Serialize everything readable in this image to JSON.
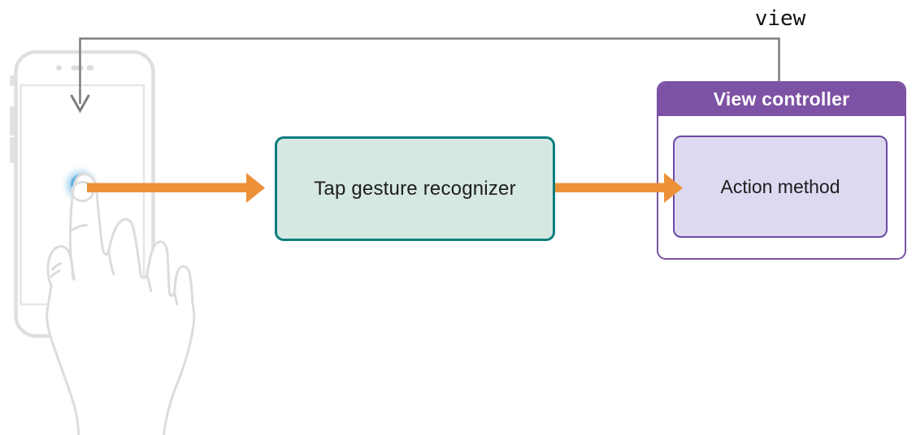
{
  "diagram": {
    "view_label": "view",
    "nodes": {
      "tap_recognizer": {
        "label": "Tap gesture recognizer",
        "fill": "#d5e8e1",
        "border": "#0f7e7e"
      },
      "view_controller": {
        "label": "View controller",
        "header_bg": "#7c52a5",
        "border": "#7c52a5"
      },
      "action_method": {
        "label": "Action method",
        "fill": "#ddd9f0",
        "border": "#6b4aa3"
      }
    },
    "colors": {
      "arrow": "#ec9138",
      "connector": "#7d7d7d",
      "touch_glow": "#47a0dc",
      "phone_outline": "#dfdfdf",
      "hand_outline": "#dcdcdc"
    }
  }
}
